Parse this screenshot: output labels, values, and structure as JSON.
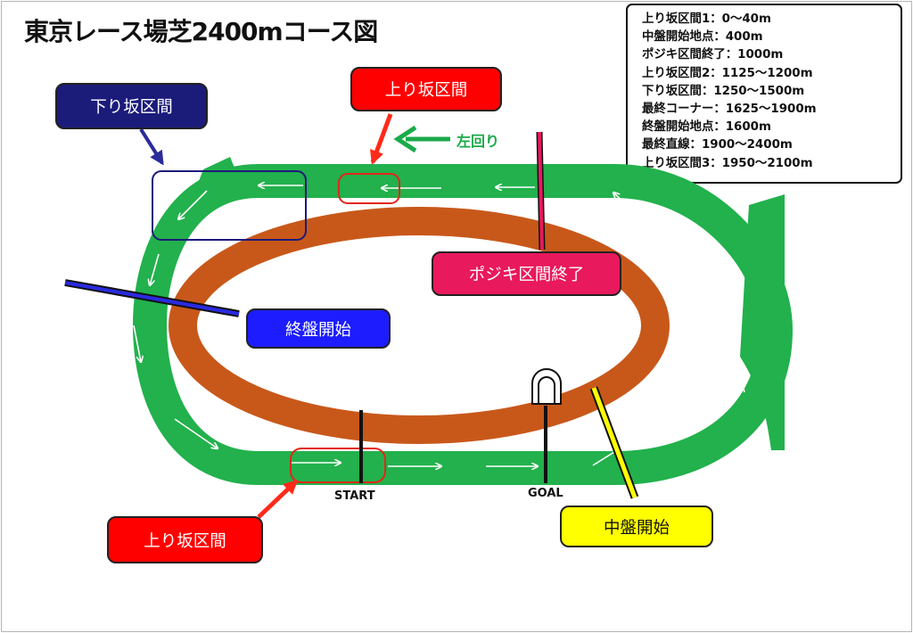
{
  "title": "東京レース場芝2400mコース図",
  "legend": [
    "上り坂区間1：0〜40m",
    "中盤開始地点：400m",
    "ポジキ区間終了：1000m",
    "上り坂区間2：1125〜1200m",
    "下り坂区間：1250〜1500m",
    "最終コーナー：1625〜1900m",
    "終盤開始地点：1600m",
    "最終直線：1900〜2400m",
    "上り坂区間3：1950〜2100m"
  ],
  "labels": {
    "uphill_top": "上り坂区間",
    "downhill": "下り坂区間",
    "positional_end": "ポジキ区間終了",
    "final_stage_start": "終盤開始",
    "uphill_bottom": "上り坂区間",
    "mid_stage_start": "中盤開始"
  },
  "markers": {
    "start": "START",
    "goal": "GOAL",
    "direction": "左回り"
  },
  "colors": {
    "turf": "#22b14c",
    "dirt": "#c8581a",
    "arrow": "#ffffff",
    "uphill_label": "#ff0000",
    "downhill_label": "#1b1b7a",
    "final_stage_label": "#1c1cff",
    "positional_label": "#e8195d",
    "mid_stage_label": "#ffff00"
  },
  "icons": [
    "goal-post-icon",
    "course-arrow-icon",
    "direction-arrow-icon"
  ]
}
